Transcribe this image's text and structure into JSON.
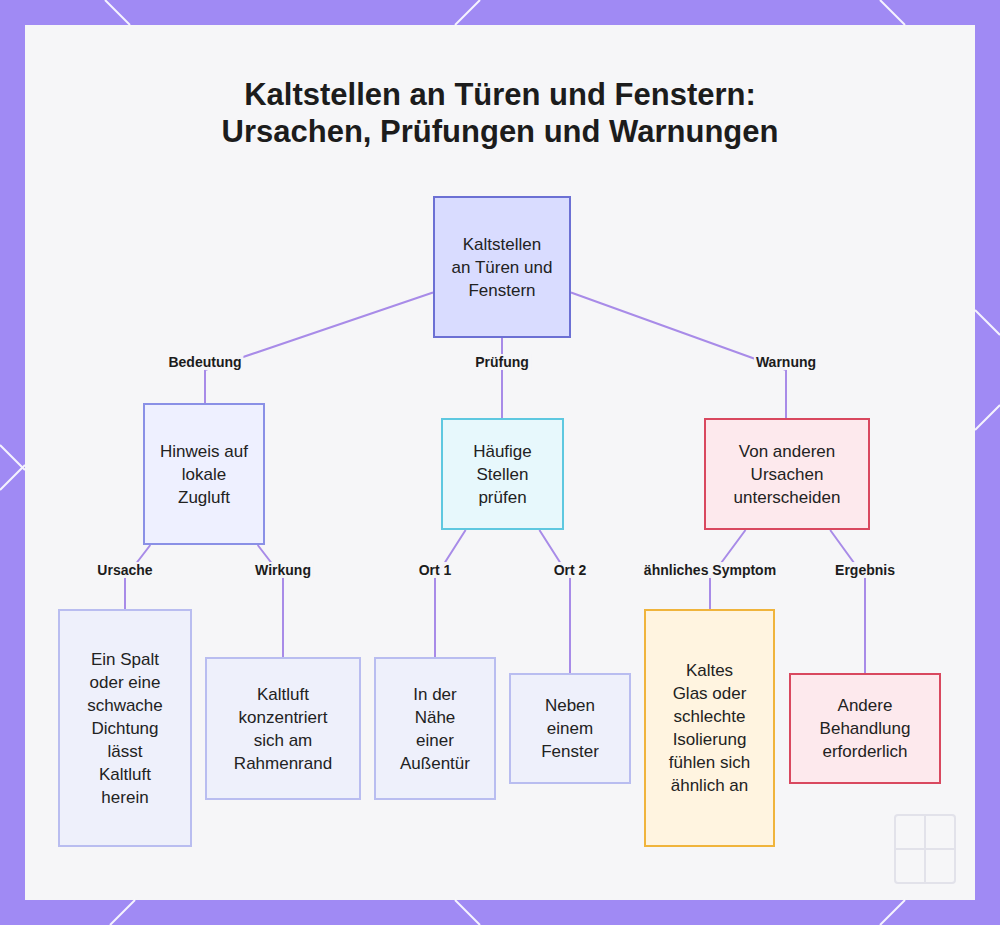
{
  "diagram": {
    "title": "Kaltstellen an Türen und Fenstern: Ursachen, Prüfungen und Warnungen",
    "nodes": [
      {
        "text": [
          "Kaltstellen an Türen und Fenstern"
        ]
      },
      {
        "text": [
          "Hinweis auf lokale Zugluft"
        ]
      },
      {
        "text": [
          "Häufige Stellen prüfen"
        ]
      },
      {
        "text": [
          "Von anderen Ursachen unterscheiden"
        ]
      },
      {
        "text": [
          "Ein Spalt oder eine schwache Dichtung lässt Kaltluft herein"
        ]
      },
      {
        "text": [
          "Kaltluft konzentriert sich am Rahmenrand"
        ]
      },
      {
        "text": [
          "In der Nähe einer Außentür"
        ]
      },
      {
        "text": [
          "Neben einem Fenster"
        ]
      },
      {
        "text": [
          "Kaltes Glas oder schlechte Isolierung fühlen sich ähnlich an"
        ]
      },
      {
        "text": [
          "Andere Behandlung erforderlich"
        ]
      }
    ],
    "edges": [
      {
        "from": 0,
        "to": 1,
        "label": "Bedeutung",
        "arrow": "none"
      },
      {
        "from": 0,
        "to": 2,
        "label": "Prüfung",
        "arrow": "none"
      },
      {
        "from": 0,
        "to": 3,
        "label": "Warnung",
        "arrow": "none"
      },
      {
        "from": 1,
        "to": 4,
        "label": "Ursache",
        "arrow": "none"
      },
      {
        "from": 1,
        "to": 5,
        "label": "Wirkung",
        "arrow": "none"
      },
      {
        "from": 2,
        "to": 6,
        "label": "Ort 1",
        "arrow": "none"
      },
      {
        "from": 2,
        "to": 7,
        "label": "Ort 2",
        "arrow": "none"
      },
      {
        "from": 3,
        "to": 8,
        "label": "ähnliches Symptom",
        "arrow": "none"
      },
      {
        "from": 3,
        "to": 9,
        "label": "Ergebnis",
        "arrow": "none"
      }
    ]
  }
}
